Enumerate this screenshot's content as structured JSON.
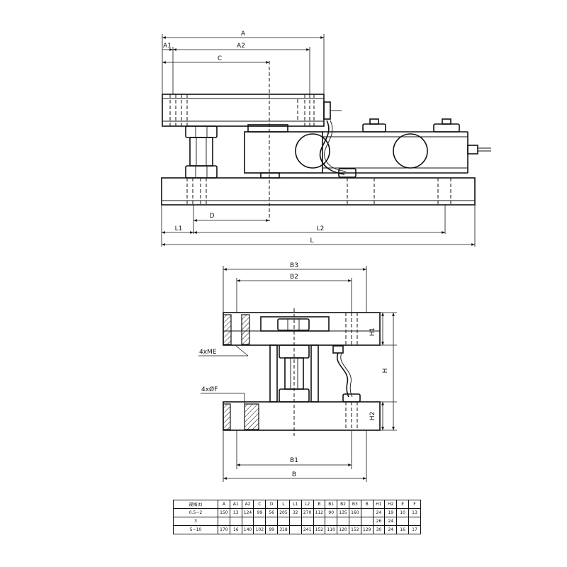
{
  "labels": {
    "A": "A",
    "A1": "A1",
    "A2": "A2",
    "C": "C",
    "D": "D",
    "L1": "L1",
    "L2": "L2",
    "L": "L",
    "B3": "B3",
    "B2": "B2",
    "B1": "B1",
    "B": "B",
    "H1": "H1",
    "H": "H",
    "H2": "H2",
    "bolt": "4xME",
    "hole": "4xØF"
  },
  "table": {
    "headers": [
      "规格(t)",
      "A",
      "A1",
      "A2",
      "C",
      "D",
      "L",
      "L1",
      "L2",
      "B",
      "B1",
      "B2",
      "B3",
      "B",
      "H1",
      "H2",
      "E",
      "F"
    ],
    "rows": [
      [
        "0.5~2",
        "150",
        "13",
        "124",
        "99",
        "56",
        "205",
        "32",
        "270",
        "112",
        "90",
        "135",
        "160",
        "",
        "24",
        "19",
        "10",
        "13"
      ],
      [
        "3",
        "",
        "",
        "",
        "",
        "",
        "",
        "",
        "",
        "",
        "",
        "",
        "",
        "",
        "26",
        "24",
        "",
        ""
      ],
      [
        "5~10",
        "170",
        "16",
        "140",
        "102",
        "99",
        "318",
        "",
        "241",
        "152",
        "110",
        "120",
        "152",
        "129",
        "30",
        "24",
        "16",
        "17"
      ]
    ]
  }
}
